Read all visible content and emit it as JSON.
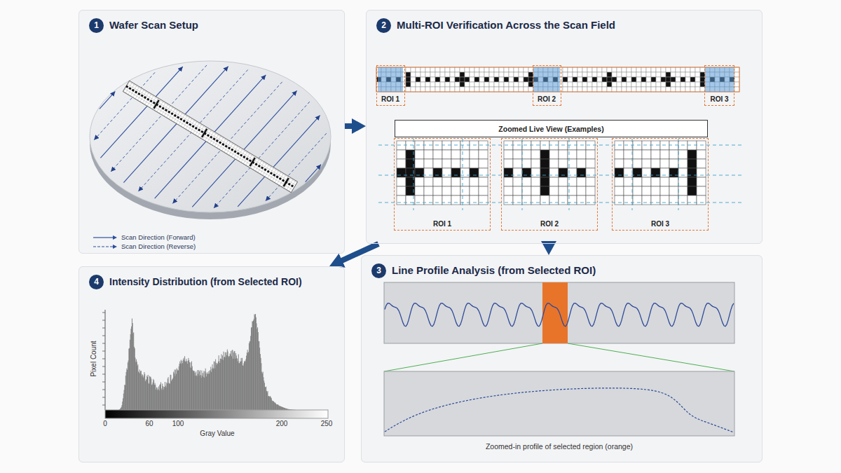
{
  "diagram": {
    "nodes": [
      {
        "text": [
          "1",
          "Wafer Scan Setup"
        ]
      },
      {
        "text": [
          "2",
          "Multi-ROI Verification Across the Scan Field"
        ]
      },
      {
        "text": [
          "ROI 1"
        ],
        "in": 1
      },
      {
        "text": [
          "ROI 2"
        ],
        "in": 1
      },
      {
        "text": [
          "ROI 3"
        ],
        "in": 1
      },
      {
        "text": [
          "Zoomed Live View (Examples)"
        ],
        "in": 1
      },
      {
        "text": [
          "ROI 1"
        ],
        "in": 1
      },
      {
        "text": [
          "ROI 2"
        ],
        "in": 1
      },
      {
        "text": [
          "ROI 3"
        ],
        "in": 1
      },
      {
        "text": [
          "3",
          "Line Profile Analysis (from Selected ROI)"
        ]
      },
      {
        "text": [
          "4",
          "Intensity Distribution (from Selected ROI)"
        ]
      }
    ],
    "edges": [
      {
        "from": 0,
        "to": 1,
        "arrow": "to"
      },
      {
        "from": 1,
        "to": 9,
        "arrow": "to"
      },
      {
        "from": 1,
        "to": 10,
        "arrow": "to"
      }
    ],
    "labels": [
      "Zoomed-in profile of selected region (orange)",
      "Pixel Count",
      "Gray Value",
      "0",
      "60",
      "100",
      "200",
      "250"
    ],
    "legend": [
      {
        "text": "Scan Direction (Forward)"
      },
      {
        "text": "Scan Direction (Reverse)"
      }
    ]
  }
}
